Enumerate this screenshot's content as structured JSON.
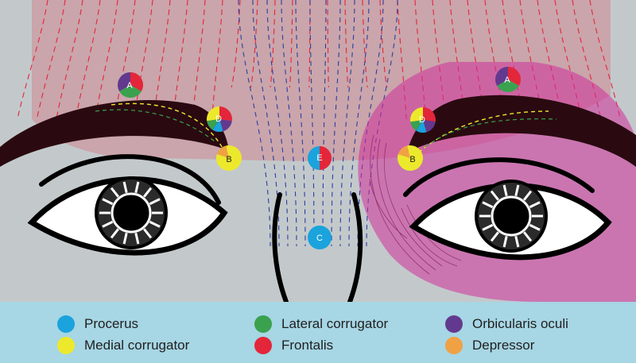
{
  "colors": {
    "background": "#c3c9cb",
    "legend_background": "#a7d6e4",
    "procerus": "#1aa3dc",
    "medial_corrugator": "#ece92c",
    "lateral_corrugator": "#3aa14f",
    "frontalis": "#e3263a",
    "orbicularis_oculi": "#63398f",
    "depressor": "#f0a143"
  },
  "injection_points": {
    "a_left": "A",
    "a_right": "A",
    "b_left": "B",
    "b_right": "B",
    "c": "C",
    "d_left": "D",
    "d_right": "D",
    "e": "E"
  },
  "legend": {
    "procerus": "Procerus",
    "medial_corrugator": "Medial corrugator",
    "lateral_corrugator": "Lateral corrugator",
    "frontalis": "Frontalis",
    "orbicularis_oculi": "Orbicularis oculi",
    "depressor": "Depressor"
  }
}
